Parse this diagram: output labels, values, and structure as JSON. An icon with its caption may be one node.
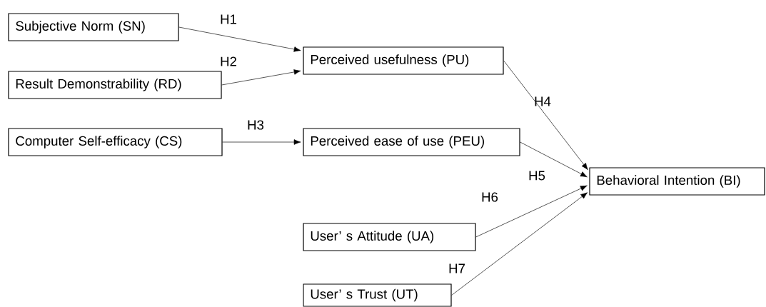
{
  "diagram": {
    "nodes": [
      {
        "text": [
          "Subjective Norm (SN)"
        ]
      },
      {
        "text": [
          "Result Demonstrability (RD)"
        ]
      },
      {
        "text": [
          "Computer Self-efficacy (CS)"
        ]
      },
      {
        "text": [
          "Perceived usefulness (PU)"
        ]
      },
      {
        "text": [
          "Perceived ease of use (PEU)"
        ]
      },
      {
        "text": [
          "Behavioral Intention (BI)"
        ]
      },
      {
        "text": [
          "User’ s Attitude (UA)"
        ]
      },
      {
        "text": [
          "User’ s Trust (UT)"
        ]
      }
    ],
    "edges": [
      {
        "from": 0,
        "to": 3,
        "arrow": "to",
        "label": "H1"
      },
      {
        "from": 1,
        "to": 3,
        "arrow": "to",
        "label": "H2"
      },
      {
        "from": 2,
        "to": 4,
        "arrow": "to",
        "label": "H3"
      },
      {
        "from": 3,
        "to": 5,
        "arrow": "to",
        "label": "H4"
      },
      {
        "from": 4,
        "to": 5,
        "arrow": "to",
        "label": "H5"
      },
      {
        "from": 6,
        "to": 5,
        "arrow": "to",
        "label": "H6"
      },
      {
        "from": 7,
        "to": 5,
        "arrow": "to",
        "label": "H7"
      }
    ]
  }
}
